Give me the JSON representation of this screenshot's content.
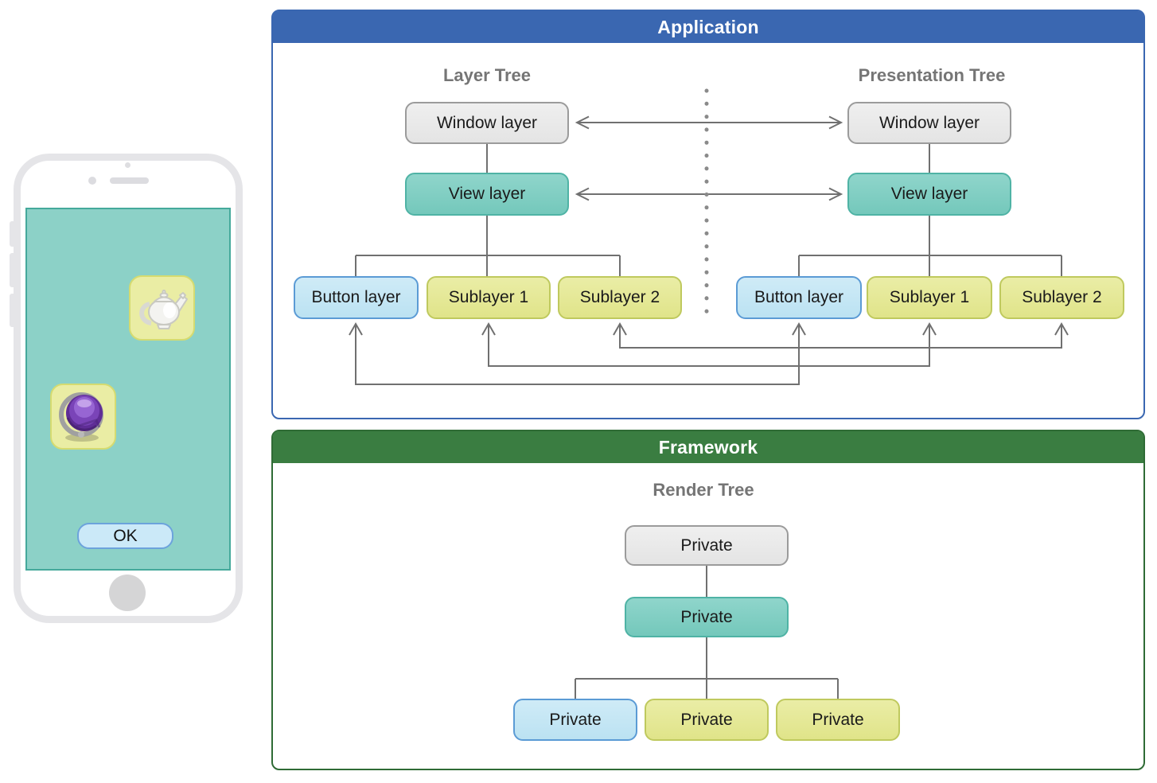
{
  "application": {
    "title": "Application",
    "layer_tree_title": "Layer Tree",
    "presentation_tree_title": "Presentation Tree",
    "lt": {
      "window": "Window layer",
      "view": "View layer",
      "button": "Button layer",
      "sub1": "Sublayer 1",
      "sub2": "Sublayer 2"
    },
    "pt": {
      "window": "Window layer",
      "view": "View layer",
      "button": "Button layer",
      "sub1": "Sublayer 1",
      "sub2": "Sublayer 2"
    }
  },
  "framework": {
    "title": "Framework",
    "render_tree_title": "Render Tree",
    "nodes": {
      "root": "Private",
      "mid": "Private",
      "child1": "Private",
      "child2": "Private",
      "child3": "Private"
    }
  },
  "phone": {
    "ok_button_label": "OK",
    "icons": {
      "teapot": "teapot-icon",
      "sphere": "quicktime-sphere-icon"
    }
  },
  "colors": {
    "application_accent": "#3A67B1",
    "framework_accent": "#3A7D41",
    "framework_border": "#2F6B35",
    "node_gray": "#E9E9E9",
    "node_teal": "#82CEC3",
    "node_blue": "#C6E7F5",
    "node_yellow": "#E6E99B",
    "connector_gray": "#707070",
    "phone_screen_teal": "#8CD1C7"
  }
}
